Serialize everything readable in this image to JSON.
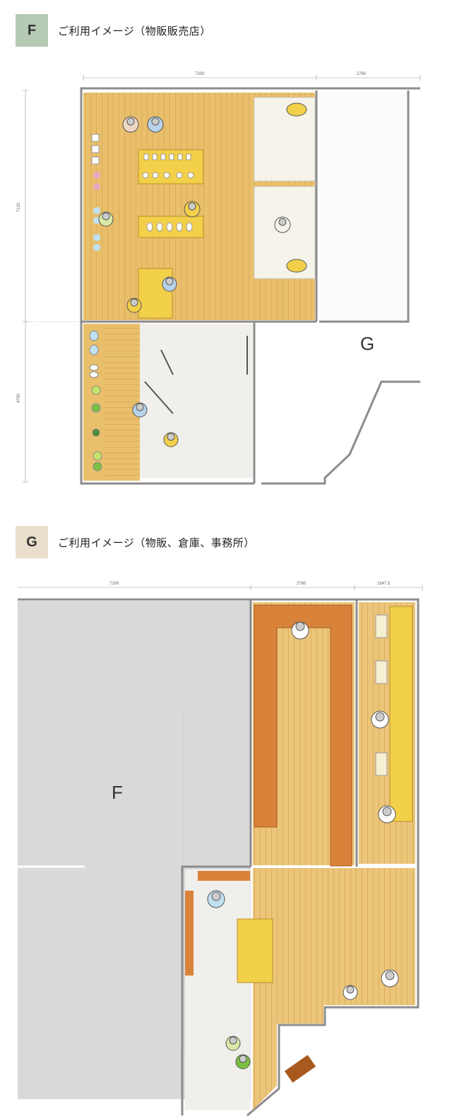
{
  "colors": {
    "badge_f": "#b5c9b5",
    "badge_g": "#eadfcc",
    "wood": "#e9bf6c",
    "wood_line": "#d6a451",
    "orange": "#d9823a",
    "yellow": "#f2d04a",
    "floor_gray": "#d9d9d9",
    "floor_white": "#f1efeb",
    "wall": "#8c8c8c"
  },
  "sections": {
    "f": {
      "badge": "F",
      "title": "ご利用イメージ（物販販売店）",
      "dims": {
        "top_1": "7200",
        "top_2": "2760",
        "left_1": "7120",
        "left_2": "4790"
      },
      "room_label": "G"
    },
    "g": {
      "badge": "G",
      "title": "ご利用イメージ（物販、倉庫、事務所）",
      "dims": {
        "top_1": "7200",
        "top_2": "2760",
        "top_3": "1647.5"
      },
      "room_label": "F"
    }
  }
}
